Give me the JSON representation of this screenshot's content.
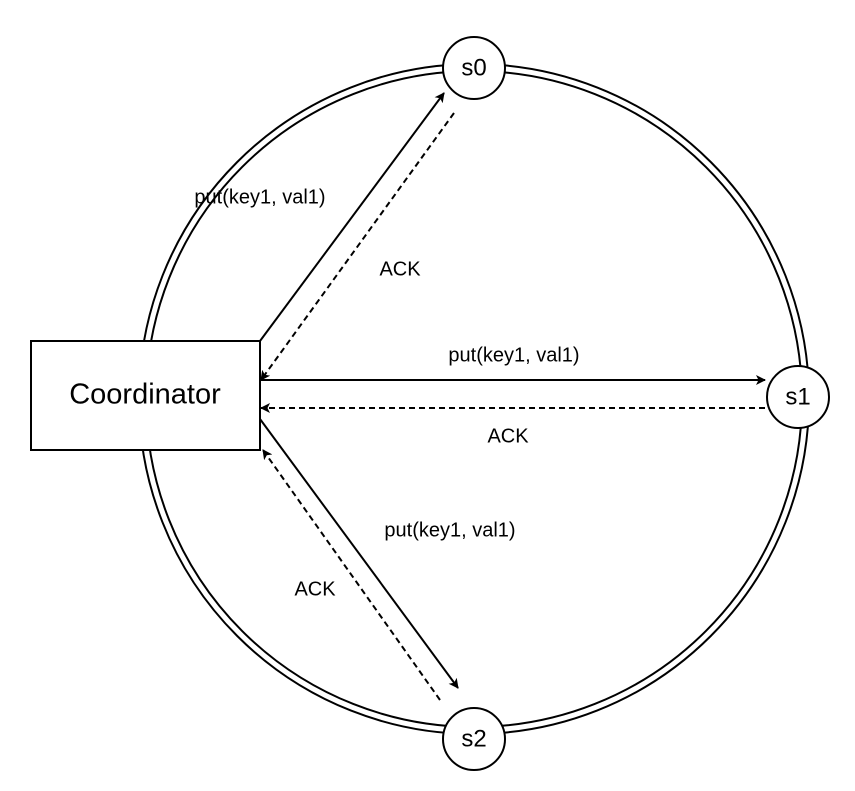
{
  "nodes": {
    "coordinator": "Coordinator",
    "s0": "s0",
    "s1": "s1",
    "s2": "s2"
  },
  "edges": {
    "put_s0": "put(key1, val1)",
    "ack_s0": "ACK",
    "put_s1": "put(key1, val1)",
    "ack_s1": "ACK",
    "put_s2": "put(key1, val1)",
    "ack_s2": "ACK"
  },
  "colors": {
    "stroke": "#000000",
    "background": "#ffffff"
  }
}
